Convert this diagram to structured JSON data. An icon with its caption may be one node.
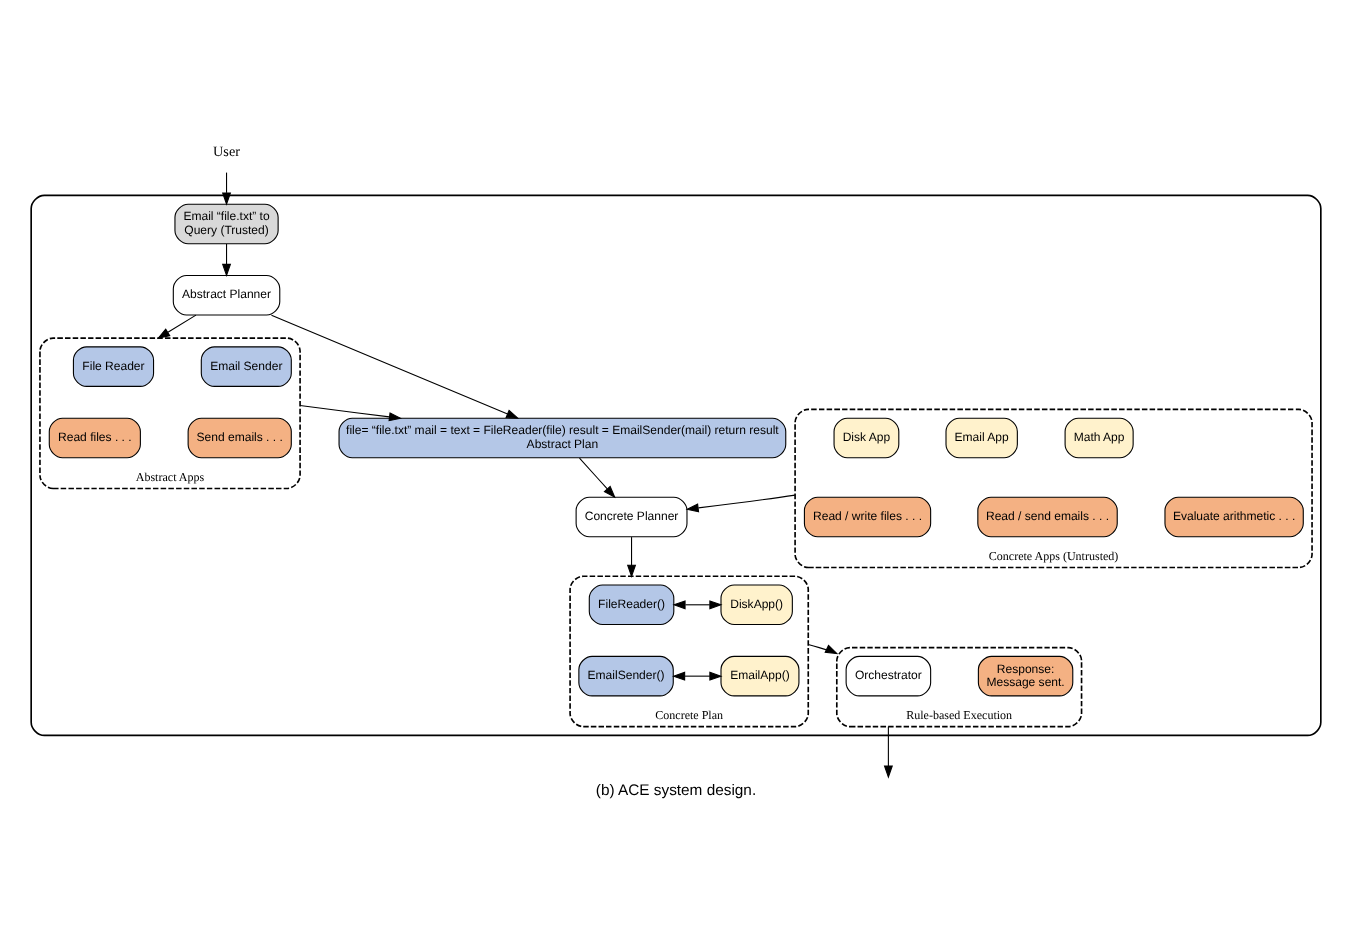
{
  "diagram": {
    "caption": "(b) ACE system design.",
    "nodes": [
      {
        "text": [
          "User"
        ]
      },
      {
        "text": [],
        "shape": "box"
      },
      {
        "text": [
          "Email “file.txt” to",
          "Query (Trusted)"
        ],
        "in": 1
      },
      {
        "text": [
          "Abstract Planner"
        ],
        "in": 1
      },
      {
        "text": [
          "Abstract Apps"
        ],
        "in": 1
      },
      {
        "text": [
          "File Reader"
        ],
        "in": 4
      },
      {
        "text": [
          "Email Sender"
        ],
        "in": 4
      },
      {
        "text": [
          "Read files . . ."
        ],
        "in": 4
      },
      {
        "text": [
          "Send emails . . ."
        ],
        "in": 4
      },
      {
        "text": [
          "file= “file.txt” mail = text = FileReader(file) result = EmailSender(mail) return result",
          "Abstract Plan"
        ],
        "in": 1
      },
      {
        "text": [
          "Concrete Planner"
        ],
        "in": 1
      },
      {
        "text": [
          "Concrete Apps (Untrusted)"
        ],
        "in": 1
      },
      {
        "text": [
          "Disk App"
        ],
        "in": 11
      },
      {
        "text": [
          "Email App"
        ],
        "in": 11
      },
      {
        "text": [
          "Math App"
        ],
        "in": 11
      },
      {
        "text": [
          "Read / write files . . ."
        ],
        "in": 11
      },
      {
        "text": [
          "Read / send emails . . ."
        ],
        "in": 11
      },
      {
        "text": [
          "Evaluate arithmetic . . ."
        ],
        "in": 11
      },
      {
        "text": [
          "Concrete Plan"
        ],
        "in": 1
      },
      {
        "text": [
          "FileReader()"
        ],
        "in": 18
      },
      {
        "text": [
          "DiskApp()"
        ],
        "in": 18
      },
      {
        "text": [
          "EmailSender()"
        ],
        "in": 18
      },
      {
        "text": [
          "EmailApp()"
        ],
        "in": 18
      },
      {
        "text": [
          "Rule-based Execution"
        ],
        "in": 1
      },
      {
        "text": [
          "Orchestrator"
        ],
        "in": 23
      },
      {
        "text": [
          "Response:",
          "Message sent."
        ],
        "in": 23
      }
    ],
    "edges": [
      {
        "from": 0,
        "to": 2,
        "arrow": "to"
      },
      {
        "from": 2,
        "to": 3,
        "arrow": "to"
      },
      {
        "from": 3,
        "to": 4,
        "arrow": "to"
      },
      {
        "from": 3,
        "to": 9,
        "arrow": "to"
      },
      {
        "from": 4,
        "to": 9,
        "arrow": "to"
      },
      {
        "from": 9,
        "to": 10,
        "arrow": "to"
      },
      {
        "from": 11,
        "to": 10,
        "arrow": "to"
      },
      {
        "from": 10,
        "to": 18,
        "arrow": "to"
      },
      {
        "from": 19,
        "to": 20,
        "arrow": "both"
      },
      {
        "from": 21,
        "to": 22,
        "arrow": "both"
      },
      {
        "from": 18,
        "to": 23,
        "arrow": "to"
      },
      {
        "from": 23,
        "to": null,
        "arrow": "to"
      }
    ]
  }
}
